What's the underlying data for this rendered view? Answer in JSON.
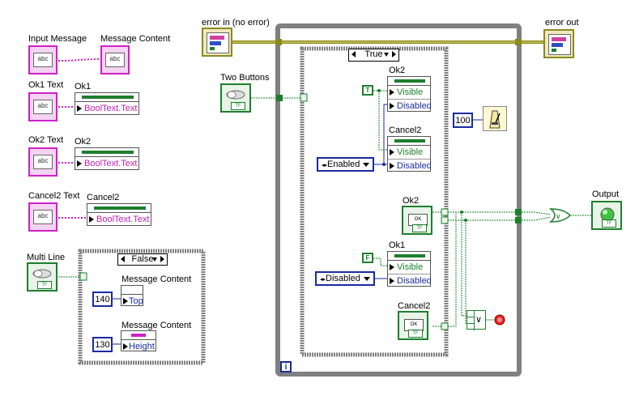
{
  "labels": {
    "input_message": "Input Message",
    "message_content": "Message Content",
    "ok1_text": "Ok1 Text",
    "ok1": "Ok1",
    "ok2_text": "Ok2 Text",
    "ok2": "Ok2",
    "cancel2_text": "Cancel2 Text",
    "cancel2": "Cancel2",
    "multi_line": "Multi Line",
    "message_content_top": "Message Content",
    "message_content_height": "Message Content",
    "error_in": "error in (no error)",
    "error_out": "error out",
    "two_buttons": "Two Buttons",
    "inner_ok2": "Ok2",
    "inner_cancel2": "Cancel2",
    "ok2_button": "Ok2",
    "ok1_inner": "Ok1",
    "cancel2_button": "Cancel2",
    "output": "Output"
  },
  "property_nodes": {
    "ok1_prop": "BoolText.Text",
    "ok2_prop": "BoolText.Text",
    "cancel2_prop": "BoolText.Text",
    "top_prop": "Top",
    "height_prop": "Height",
    "ok2_visible": "Visible",
    "ok2_disabled": "Disabled",
    "cancel2_visible": "Visible",
    "cancel2_disabled": "Disabled",
    "ok1_visible": "Visible",
    "ok1_disabled": "Disabled"
  },
  "constants": {
    "top_value": "140",
    "height_value": "130",
    "wait_ms": "100",
    "true_const": "T",
    "false_const": "F",
    "enabled_enum": "Enabled",
    "disabled_enum": "Disabled"
  },
  "case_selectors": {
    "multi_line_case": "False",
    "two_buttons_case": "True"
  },
  "icon_text": {
    "abc": "abc",
    "tf": "TF",
    "ok": "OK",
    "or": "∨",
    "loop_i": "i"
  },
  "colors": {
    "string_wire": "#d020c8",
    "boolean_wire": "#1e7e2e",
    "numeric_wire": "#1a2aa0",
    "error_wire": "#8a8a20",
    "structure_border": "#808080"
  }
}
